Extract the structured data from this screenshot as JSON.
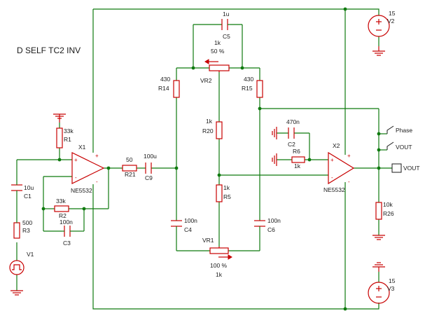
{
  "title": "D SELF TC2  INV",
  "components": {
    "R1": {
      "ref": "R1",
      "value": "33k"
    },
    "R2": {
      "ref": "R2",
      "value": "33k"
    },
    "R3": {
      "ref": "R3",
      "value": "500"
    },
    "R5": {
      "ref": "R5",
      "value": "1k"
    },
    "R6": {
      "ref": "R6",
      "value": "1k"
    },
    "R14": {
      "ref": "R14",
      "value": "430"
    },
    "R15": {
      "ref": "R15",
      "value": "430"
    },
    "R20": {
      "ref": "R20",
      "value": "1k"
    },
    "R21": {
      "ref": "R21",
      "value": "50"
    },
    "R26": {
      "ref": "R26",
      "value": "10k"
    },
    "C1": {
      "ref": "C1",
      "value": "10u"
    },
    "C2": {
      "ref": "C2",
      "value": "470n"
    },
    "C3": {
      "ref": "C3",
      "value": "100n"
    },
    "C4": {
      "ref": "C4",
      "value": "100n"
    },
    "C5": {
      "ref": "C5",
      "value": "1u"
    },
    "C6": {
      "ref": "C6",
      "value": "100n"
    },
    "C9": {
      "ref": "C9",
      "value": "100u"
    },
    "VR1": {
      "ref": "VR1",
      "value": "1k",
      "setting": "100 %"
    },
    "VR2": {
      "ref": "VR2",
      "value": "1k",
      "setting": "50 %"
    },
    "X1": {
      "ref": "X1",
      "value": "NE5532"
    },
    "X2": {
      "ref": "X2",
      "value": "NE5532"
    },
    "V1": {
      "ref": "V1"
    },
    "V2": {
      "ref": "V2",
      "value": "15"
    },
    "V3": {
      "ref": "V3",
      "value": "15"
    }
  },
  "pins": {
    "plus": "+",
    "minus": "-"
  },
  "probes": {
    "phase": "Phase",
    "vout_probe": "VOUT",
    "vout_terminal": "VOUT"
  },
  "colors": {
    "wire": "#0f7a0f",
    "component": "#c80000",
    "text": "#1a1a1a"
  }
}
